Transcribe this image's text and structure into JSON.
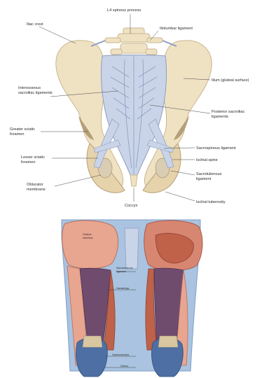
{
  "pelvis_figure": {
    "labels": {
      "l4_spinous": "L4 spinous process",
      "iliac_crest": "Iliac crest",
      "iliolumbar": "Iliolumbar ligament",
      "interosseous_1": "Interosseous",
      "interosseous_2": "sacroiliac ligaments",
      "ilium": "Ilium (gluteal surface)",
      "posterior_sacroiliac_1": "Posterior sacroiliac",
      "posterior_sacroiliac_2": "ligaments",
      "greater_sciatic_1": "Greater sciatic",
      "greater_sciatic_2": "foramen",
      "sacrospinous": "Sacrospinous ligament",
      "lesser_sciatic_1": "Lesser sciatic",
      "lesser_sciatic_2": "foramen",
      "ischial_spine": "Ischial spine",
      "sacrotuberous_1": "Sacrotuberous",
      "sacrotuberous_2": "ligament",
      "obturator_1": "Obturator",
      "obturator_2": "membrane",
      "coccyx": "Coccyx",
      "ischial_tuberosity": "Ischial tuberosity"
    },
    "colors": {
      "bone": "#efe2c3",
      "bone_edge": "#c9b58d",
      "ligament": "#c9d4e8",
      "ligament_edge": "#8d9cbf",
      "shadow": "#b59f78"
    }
  },
  "thigh_figure": {
    "labels": {
      "gluteus_1": "Gluteus",
      "gluteus_2": "maximus",
      "sacrotuberous_1": "Sacrotuberous",
      "sacrotuberous_2": "ligament",
      "hamstrings": "Hamstrings",
      "gastrocnemius": "Gastrocnemius",
      "soleus": "Soleus"
    },
    "colors": {
      "muscle_light": "#e8a58f",
      "muscle_dark": "#c0614a",
      "hamstring": "#6f4b6e",
      "fascia": "#a9c3e0",
      "calf": "#4d6fa3"
    }
  }
}
